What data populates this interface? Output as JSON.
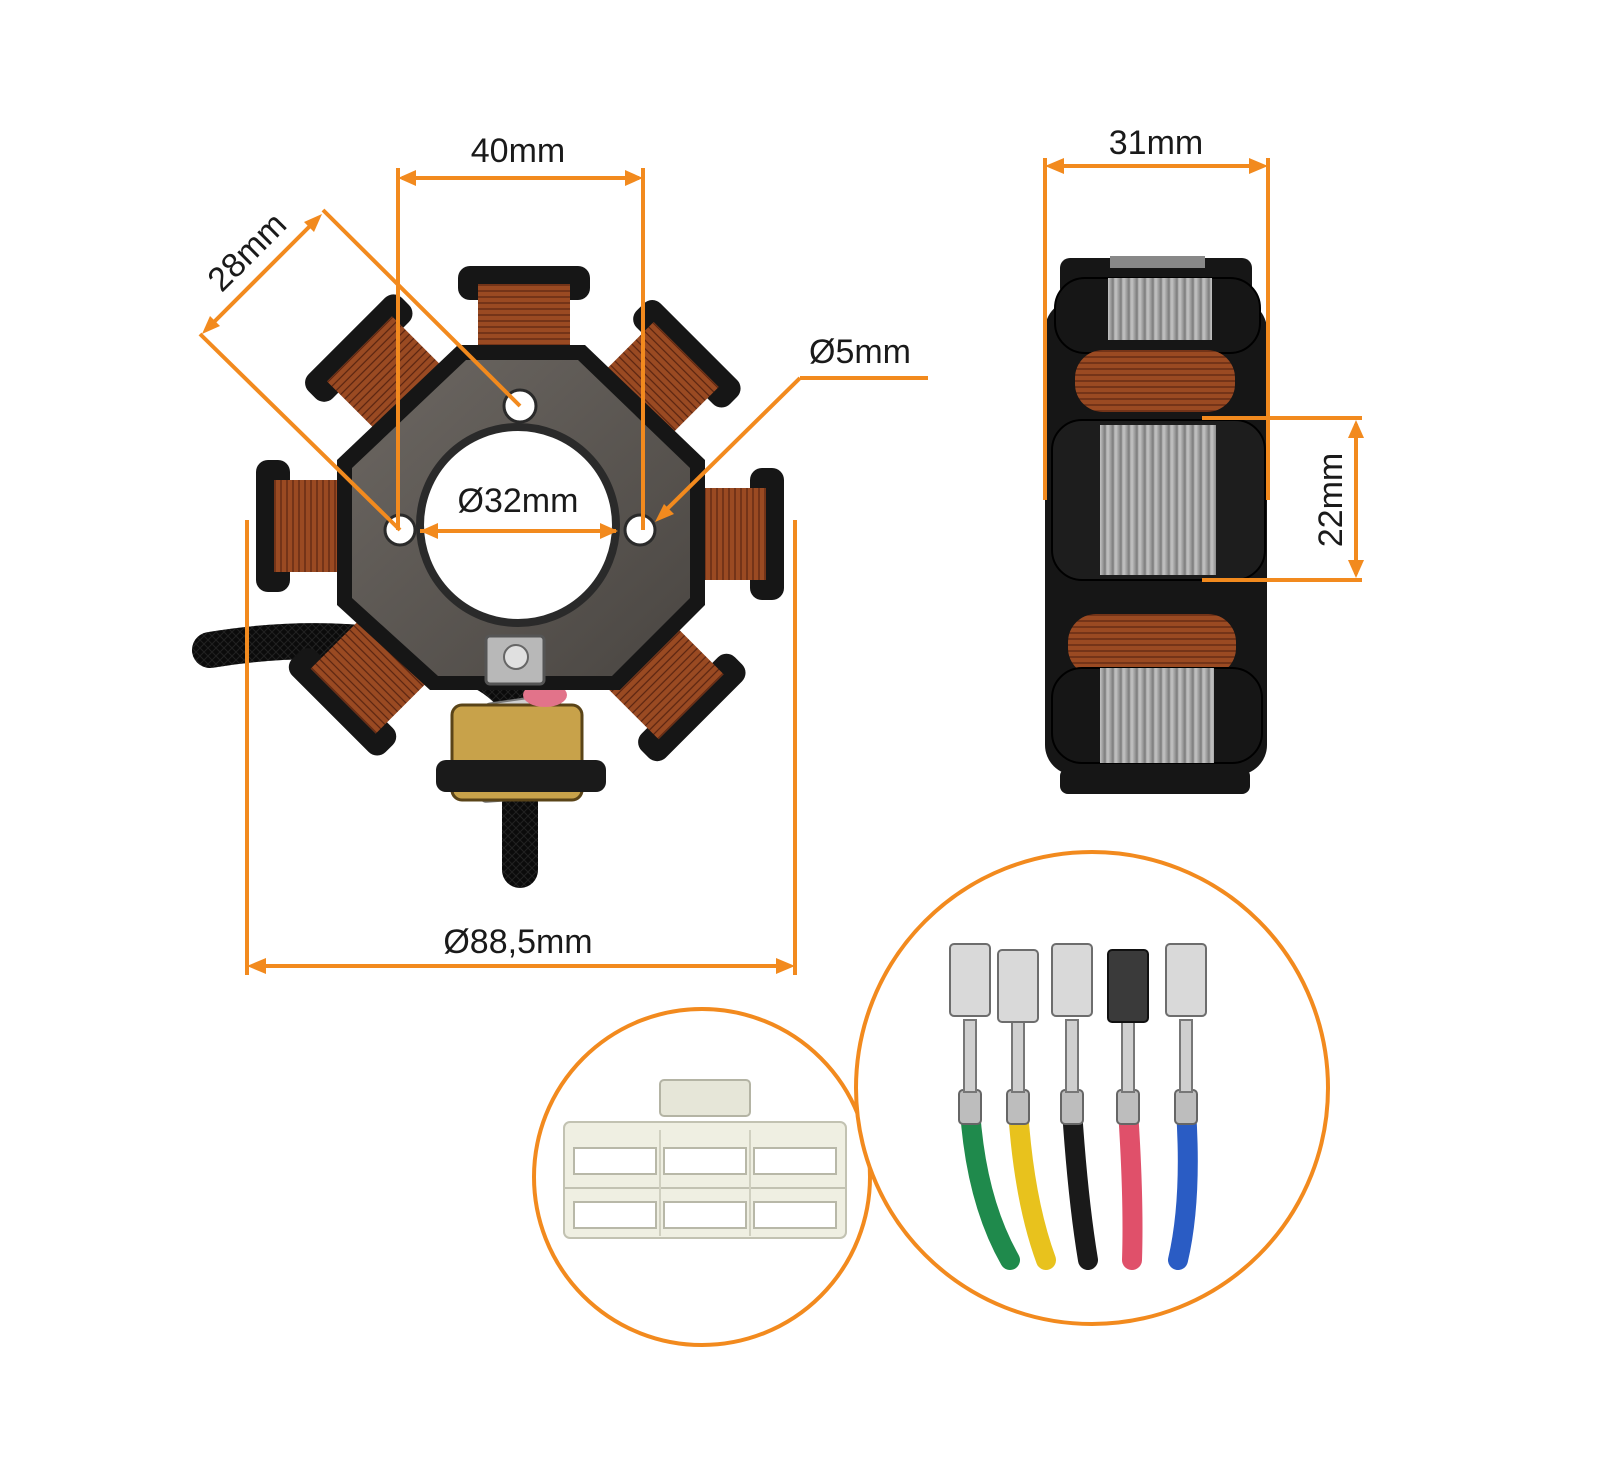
{
  "dimensions": {
    "mount_hole_spacing": "40mm",
    "coil_width": "28mm",
    "mount_hole_diameter": "Ø5mm",
    "inner_diameter": "Ø32mm",
    "outer_diameter": "Ø88,5mm",
    "stack_height": "31mm",
    "core_width": "22mm"
  },
  "colors": {
    "dimension_line": "#f28a1e",
    "text": "#1a1a1a",
    "copper": "#9a4a22",
    "plate": "#5f5a55",
    "housing": "#161616",
    "laminate": "#a8a8a8",
    "connector": "#efefe2"
  },
  "wires": {
    "colors": [
      "#1f8a4c",
      "#e8c21d",
      "#1a1a1a",
      "#e0506a",
      "#2a5cc4"
    ]
  }
}
